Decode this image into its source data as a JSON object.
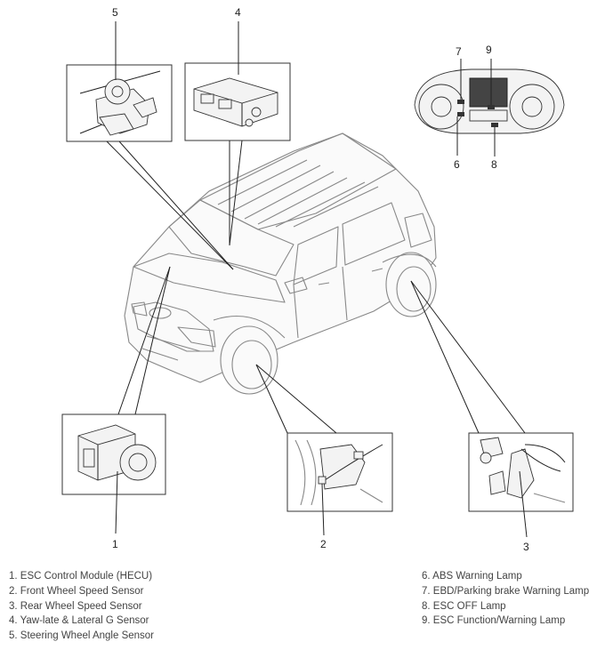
{
  "callouts": {
    "n1": "1",
    "n2": "2",
    "n3": "3",
    "n4": "4",
    "n5": "5",
    "n6": "6",
    "n7": "7",
    "n8": "8",
    "n9": "9"
  },
  "legend_left": [
    "1. ESC Control Module (HECU)",
    "2. Front Wheel Speed Sensor",
    "3. Rear Wheel Speed Sensor",
    "4. Yaw-late & Lateral G Sensor",
    "5. Steering Wheel Angle Sensor"
  ],
  "legend_right": [
    "6. ABS Warning Lamp",
    "7. EBD/Parking brake Warning Lamp",
    "8. ESC OFF Lamp",
    "9. ESC Function/Warning Lamp"
  ]
}
